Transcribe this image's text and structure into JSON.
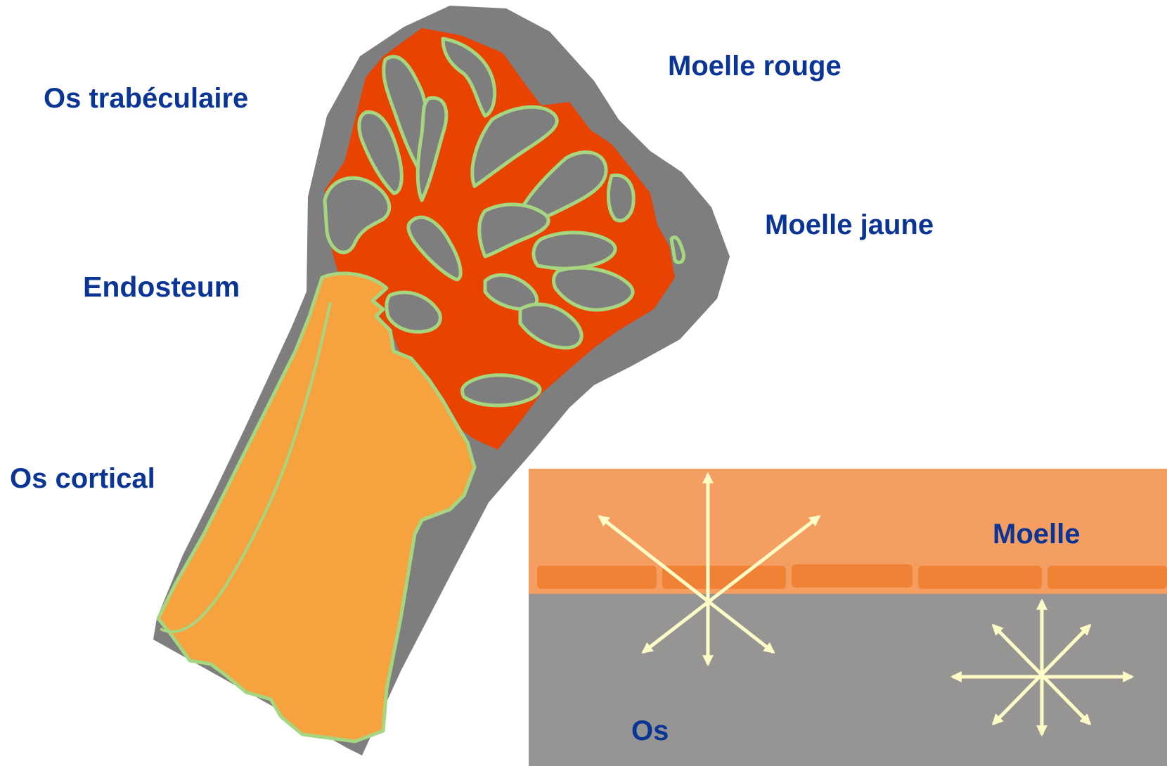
{
  "colors": {
    "label_blue": "#0b3595",
    "bone_outer": "#7f7e7f",
    "red_marrow": "#e84300",
    "cortical": "#f6a33f",
    "endosteum_line": "#a6d680",
    "marrow_band": "#f59e62",
    "lining_cells": "#f08236",
    "bone_panel": "#969594",
    "arrows": "#fefcc6"
  },
  "labels": {
    "trabecular": "Os trabéculaire",
    "red_marrow": "Moelle rouge",
    "yellow_marrow": "Moelle jaune",
    "endosteum": "Endosteum",
    "cortical": "Os cortical"
  },
  "inset": {
    "marrow": "Moelle",
    "bone": "Os"
  }
}
